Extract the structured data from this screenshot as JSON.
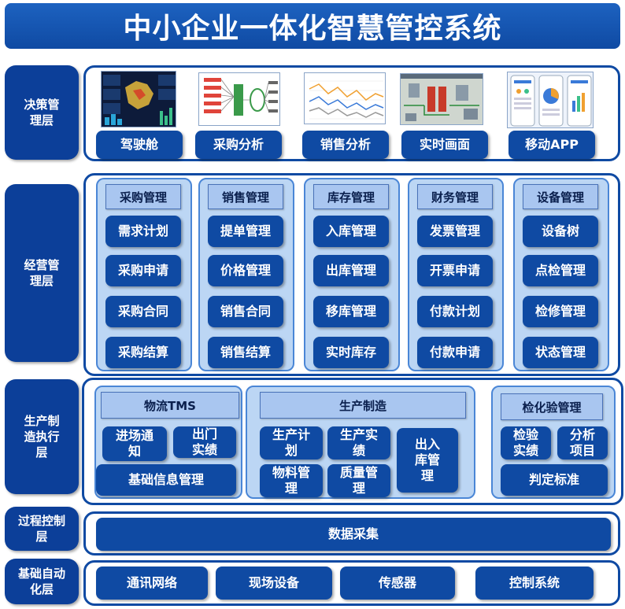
{
  "title": "中小企业一体化智慧管控系统",
  "layers": {
    "decision": {
      "label": "决策管\n理层",
      "items": [
        "驾驶舱",
        "采购分析",
        "销售分析",
        "实时画面",
        "移动APP"
      ]
    },
    "operation": {
      "label": "经营管\n理层",
      "columns": [
        {
          "title": "采购管理",
          "items": [
            "需求计划",
            "采购申请",
            "采购合同",
            "采购结算"
          ]
        },
        {
          "title": "销售管理",
          "items": [
            "提单管理",
            "价格管理",
            "销售合同",
            "销售结算"
          ]
        },
        {
          "title": "库存管理",
          "items": [
            "入库管理",
            "出库管理",
            "移库管理",
            "实时库存"
          ]
        },
        {
          "title": "财务管理",
          "items": [
            "发票管理",
            "开票申请",
            "付款计划",
            "付款申请"
          ]
        },
        {
          "title": "设备管理",
          "items": [
            "设备树",
            "点检管理",
            "检修管理",
            "状态管理"
          ]
        }
      ]
    },
    "mes": {
      "label": "生产制\n造执行\n层",
      "logistics": {
        "title": "物流TMS",
        "entry": "进场通\n知",
        "exit": "出门\n实绩",
        "basic": "基础信息管理"
      },
      "production": {
        "title": "生产制造",
        "plan": "生产计\n划",
        "actual": "生产实\n绩",
        "material": "物料管\n理",
        "quality": "质量管\n理",
        "io": "出入\n库管\n理"
      },
      "inspection": {
        "title": "检化验管理",
        "result": "检验\n实绩",
        "analysis": "分析\n项目",
        "standard": "判定标准"
      }
    },
    "process": {
      "label": "过程控制\n层",
      "item": "数据采集"
    },
    "automation": {
      "label": "基础自动\n化层",
      "items": [
        "通讯网络",
        "现场设备",
        "传感器",
        "控制系统"
      ]
    }
  },
  "colors": {
    "primary": "#0f4aa3",
    "label_bg": "#0c3f99",
    "column_bg": "#bcd6f4",
    "column_border": "#4a86d6",
    "header_bg": "#a9c6f0"
  }
}
